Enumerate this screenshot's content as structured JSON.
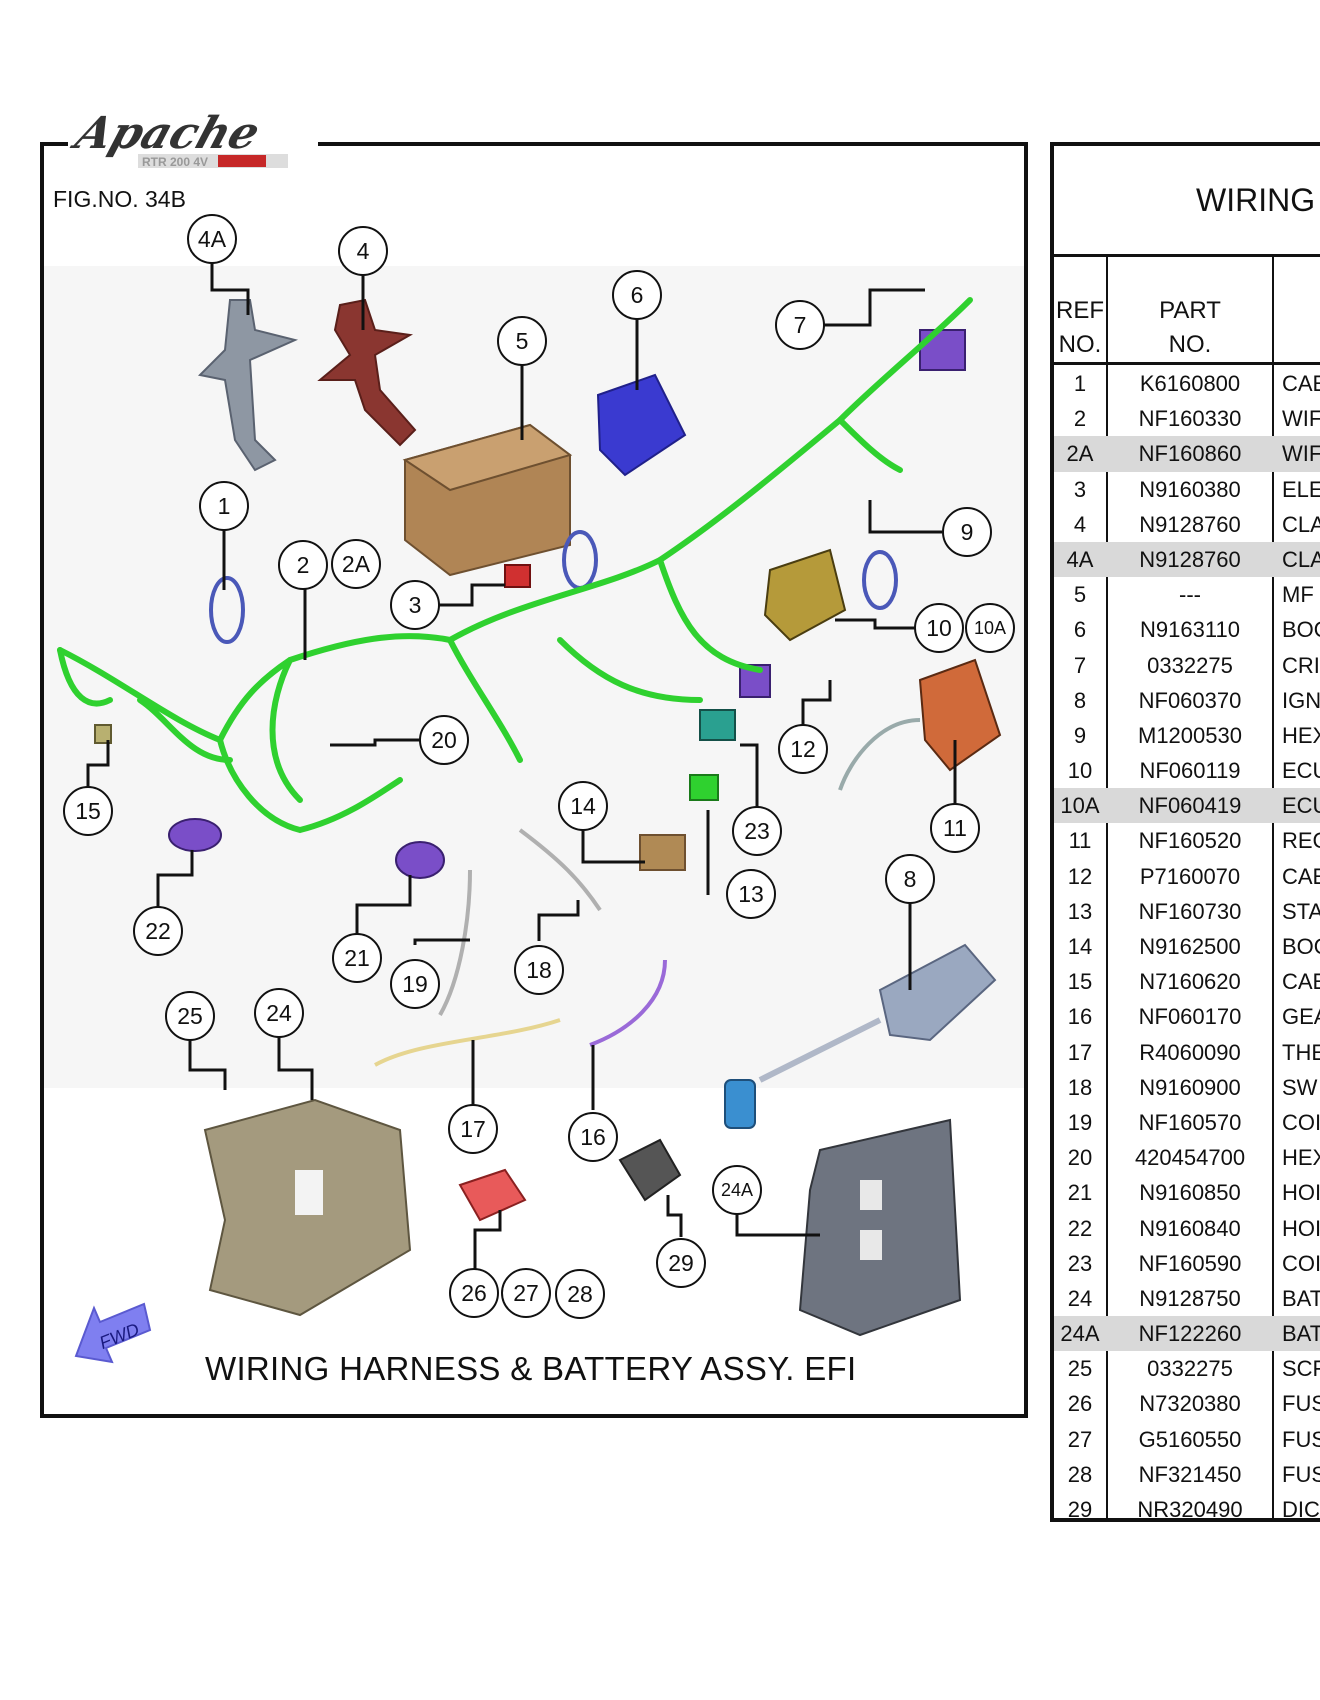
{
  "logo": {
    "brand": "Apache",
    "model": "RTR 200 4V"
  },
  "figure": {
    "number": "FIG.NO. 34B",
    "caption": "WIRING HARNESS & BATTERY ASSY. EFI",
    "fwd_label": "FWD",
    "callouts": [
      "4A",
      "4",
      "5",
      "6",
      "7",
      "1",
      "2",
      "2A",
      "3",
      "9",
      "10",
      "10A",
      "20",
      "12",
      "15",
      "14",
      "23",
      "11",
      "8",
      "13",
      "22",
      "21",
      "19",
      "18",
      "25",
      "24",
      "17",
      "16",
      "24A",
      "29",
      "26",
      "27",
      "28"
    ]
  },
  "table": {
    "title": "WIRING",
    "headers": {
      "ref_line1": "REF",
      "ref_line2": "NO.",
      "part_line1": "PART",
      "part_line2": "NO."
    },
    "rows": [
      {
        "ref": "1",
        "part": "K6160800",
        "desc": "CAE",
        "highlight": false
      },
      {
        "ref": "2",
        "part": "NF160330",
        "desc": "WIF",
        "highlight": false
      },
      {
        "ref": "2A",
        "part": "NF160860",
        "desc": "WIF",
        "highlight": true
      },
      {
        "ref": "3",
        "part": "N9160380",
        "desc": "ELE",
        "highlight": false
      },
      {
        "ref": "4",
        "part": "N9128760",
        "desc": "CLA",
        "highlight": false
      },
      {
        "ref": "4A",
        "part": "N9128760",
        "desc": "CLA",
        "highlight": true
      },
      {
        "ref": "5",
        "part": "---",
        "desc": "MF",
        "highlight": false
      },
      {
        "ref": "6",
        "part": "N9163110",
        "desc": "BOO",
        "highlight": false
      },
      {
        "ref": "7",
        "part": "0332275",
        "desc": "CRI",
        "highlight": false
      },
      {
        "ref": "8",
        "part": "NF060370",
        "desc": "IGN",
        "highlight": false
      },
      {
        "ref": "9",
        "part": "M1200530",
        "desc": "HEX",
        "highlight": false
      },
      {
        "ref": "10",
        "part": "NF060119",
        "desc": "ECU",
        "highlight": false
      },
      {
        "ref": "10A",
        "part": "NF060419",
        "desc": "ECU",
        "highlight": true
      },
      {
        "ref": "11",
        "part": "NF160520",
        "desc": "REC",
        "highlight": false
      },
      {
        "ref": "12",
        "part": "P7160070",
        "desc": "CAE",
        "highlight": false
      },
      {
        "ref": "13",
        "part": "NF160730",
        "desc": "STA",
        "highlight": false
      },
      {
        "ref": "14",
        "part": "N9162500",
        "desc": "BOO",
        "highlight": false
      },
      {
        "ref": "15",
        "part": "N7160620",
        "desc": "CAE",
        "highlight": false
      },
      {
        "ref": "16",
        "part": "NF060170",
        "desc": "GEA",
        "highlight": false
      },
      {
        "ref": "17",
        "part": "R4060090",
        "desc": "THE",
        "highlight": false
      },
      {
        "ref": "18",
        "part": "N9160900",
        "desc": "SW",
        "highlight": false
      },
      {
        "ref": "19",
        "part": "NF160570",
        "desc": "COI",
        "highlight": false
      },
      {
        "ref": "20",
        "part": "420454700",
        "desc": "HEX",
        "highlight": false
      },
      {
        "ref": "21",
        "part": "N9160850",
        "desc": "HOI",
        "highlight": false
      },
      {
        "ref": "22",
        "part": "N9160840",
        "desc": "HOI",
        "highlight": false
      },
      {
        "ref": "23",
        "part": "NF160590",
        "desc": "COI",
        "highlight": false
      },
      {
        "ref": "24",
        "part": "N9128750",
        "desc": "BAT",
        "highlight": false
      },
      {
        "ref": "24A",
        "part": "NF122260",
        "desc": "BAT",
        "highlight": true
      },
      {
        "ref": "25",
        "part": "0332275",
        "desc": "SCF",
        "highlight": false
      },
      {
        "ref": "26",
        "part": "N7320380",
        "desc": "FUS",
        "highlight": false
      },
      {
        "ref": "27",
        "part": "G5160550",
        "desc": "FUS",
        "highlight": false
      },
      {
        "ref": "28",
        "part": "NF321450",
        "desc": "FUS",
        "highlight": false
      },
      {
        "ref": "29",
        "part": "NR320490",
        "desc": "DIC",
        "highlight": false
      }
    ]
  },
  "colors": {
    "harness": "#2fd12f",
    "highlight_row": "#d9d9d9",
    "fwd_arrow": "#7f7ff0"
  }
}
